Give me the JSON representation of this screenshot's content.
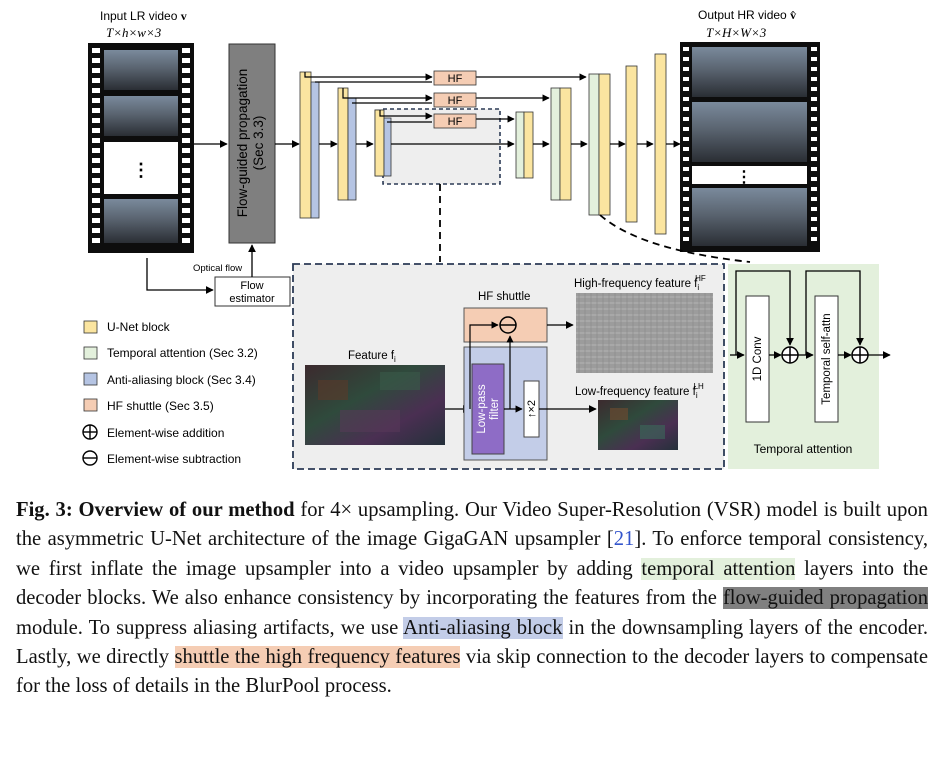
{
  "figure": {
    "input_label": "Input LR video",
    "input_symbol": "v",
    "input_dims": "T×h×w×3",
    "output_label": "Output HR video",
    "output_symbol": "v̂",
    "output_dims": "T×H×W×3",
    "flow_prop_line1": "Flow-guided propagation",
    "flow_prop_line2": "(Sec 3.3)",
    "optical_flow_label": "Optical flow",
    "flow_estimator_line1": "Flow",
    "flow_estimator_line2": "estimator",
    "hf_label": "HF",
    "legend": [
      {
        "label": "U-Net block",
        "color": "#fbe5a0"
      },
      {
        "label": "Temporal attention (Sec 3.2)",
        "color": "#e3f0dc"
      },
      {
        "label": "Anti-aliasing block (Sec 3.4)",
        "color": "#b5c4e3"
      },
      {
        "label": "HF shuttle (Sec 3.5)",
        "color": "#f5cdb4"
      },
      {
        "label": "Element-wise addition",
        "symbol": "⊕"
      },
      {
        "label": "Element-wise subtraction",
        "symbol": "⊖"
      }
    ],
    "detail": {
      "feature_label": "Feature f",
      "feature_sub": "i",
      "hf_shuttle_label": "HF shuttle",
      "low_pass_line1": "Low-pass",
      "low_pass_line2": "filter",
      "upsample_label": "↑×2",
      "hf_feature_label": "High-frequency feature f",
      "hf_feature_sub": "i",
      "hf_feature_sup": "HF",
      "lf_feature_label": "Low-frequency feature f",
      "lf_feature_sub": "i",
      "lf_feature_sup": "LH"
    },
    "temporal": {
      "conv_label": "1D Conv",
      "self_attn_label": "Temporal self-attn",
      "title": "Temporal attention"
    },
    "colors": {
      "unet": "#fbe5a0",
      "temporal": "#e3f0dc",
      "antialias": "#b5c4e3",
      "hf": "#f5cdb4",
      "flow_block": "#7f7f7f",
      "detail_bg": "#eeeeee",
      "temporal_bg": "#e3f0dc",
      "lowpass": "#8e6cc6"
    }
  },
  "caption": {
    "label": "Fig. 3:",
    "title": "Overview of our method",
    "t1": " for 4× upsampling. Our Video Super-Resolution (VSR) model is built upon the asymmetric U-Net architecture of the image GigaGAN upsampler [",
    "ref": "21",
    "t2": "]. To enforce temporal consistency, we first inflate the image upsampler into a video upsampler by adding ",
    "hl1": "temporal attention",
    "t3": " layers into the decoder blocks. We also enhance consistency by incorporating the features from the ",
    "hl2": "flow-guided propagation",
    "t4": " module. To suppress aliasing artifacts, we use ",
    "hl3": "Anti-aliasing block",
    "t5": " in the downsampling layers of the encoder. Lastly, we directly ",
    "hl4": "shuttle the high frequency features",
    "t6": " via skip connection to the decoder layers to compensate for the loss of details in the BlurPool process."
  }
}
